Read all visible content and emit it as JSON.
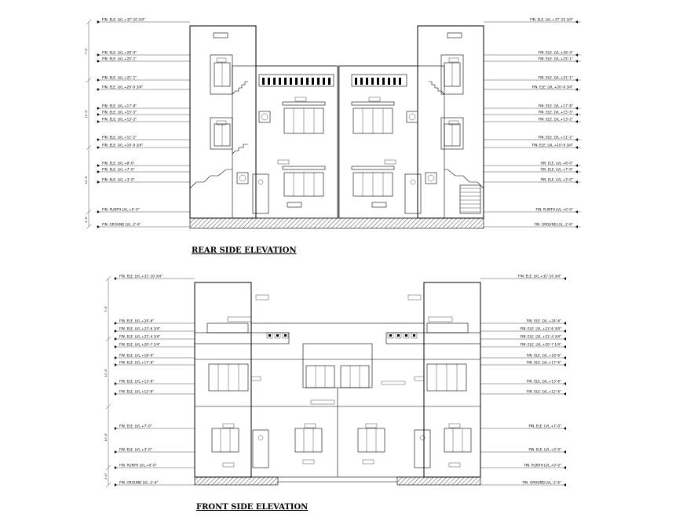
{
  "titles": {
    "rear": "REAR SIDE ELEVATION",
    "front": "FRONT SIDE ELEVATION"
  },
  "rear": {
    "left_levels": [
      "FIN. ELE. LVL.+37'-10 3/4\"",
      "FIN. ELE. LVL.+28'-4\"",
      "FIN. ELE. LVL.+25'-1\"",
      "FIN. ELE. LVL.+21'-1\"",
      "FIN. ELE. LVL.+20'-9 3/4\"",
      "FIN. ELE. LVL.+17'-8\"",
      "FIN. ELE. LVL.+15'-5\"",
      "FIN. ELE. LVL.+13'-2\"",
      "FIN. ELE. LVL.+11'-2\"",
      "FIN. ELE. LVL.+10'-9 3/4\"",
      "FIN. ELE. LVL.+8'-0\"",
      "FIN. ELE. LVL.+7'-0\"",
      "FIN. ELE. LVL.+3'-0\"",
      "FIN. PLINTH LVL.+0'-0\"",
      "FIN. GROUND LVL.-2'-6\""
    ],
    "right_levels": [
      "FIN. ELE. LVL.+37'-10 3/4\"",
      "FIN. ELE. LVL.+28'-4\"",
      "FIN. ELE. LVL.+25'-1\"",
      "FIN. ELE. LVL.+21'-1\"",
      "FIN. ELE. LVL.+20'-9 3/4\"",
      "FIN. ELE. LVL.+17'-8\"",
      "FIN. ELE. LVL.+15'-5\"",
      "FIN. ELE. LVL.+13'-2\"",
      "FIN. ELE. LVL.+11'-2\"",
      "FIN. ELE. LVL.+10'-9 3/4\"",
      "FIN. ELE. LVL.+8'-0\"",
      "FIN. ELE. LVL.+7'-0\"",
      "FIN. ELE. LVL.+3'-0\"",
      "FIN. PLINTH LVL.+0'-0\"",
      "FIN. GROUND LVL.-2'-6\""
    ],
    "dims": [
      "7'-6\"",
      "10'-6\"",
      "10'-6\"",
      "2'-6\""
    ]
  },
  "front": {
    "left_levels": [
      "FIN. ELE. LVL.+31'-10 3/4\"",
      "FIN. ELE. LVL.+24'-6\"",
      "FIN. ELE. LVL.+23'-6 3/4\"",
      "FIN. ELE. LVL.+21'-4 3/4\"",
      "FIN. ELE. LVL.+20'-7 1/4\"",
      "FIN. ELE. LVL.+18'-6\"",
      "FIN. ELE. LVL.+17'-6\"",
      "FIN. ELE. LVL.+13'-6\"",
      "FIN. ELE. LVL.+12'-6\"",
      "FIN. ELE. LVL.+7'-0\"",
      "FIN. ELE. LVL.+3'-0\"",
      "FIN. PLINTH LVL.+0'-0\"",
      "FIN. GROUND LVL.-2'-6\""
    ],
    "right_levels": [
      "FIN. ELE. LVL.+31'-10 3/4\"",
      "FIN. ELE. LVL.+24'-6\"",
      "FIN. ELE. LVL.+23'-6 3/4\"",
      "FIN. ELE. LVL.+21'-4 3/4\"",
      "FIN. ELE. LVL.+20'-7 1/4\"",
      "FIN. ELE. LVL.+18'-6\"",
      "FIN. ELE. LVL.+17'-6\"",
      "FIN. ELE. LVL.+13'-6\"",
      "FIN. ELE. LVL.+12'-6\"",
      "FIN. ELE. LVL.+7'-0\"",
      "FIN. ELE. LVL.+3'-0\"",
      "FIN. PLINTH LVL.+0'-0\"",
      "FIN. GROUND LVL.-2'-6\""
    ],
    "dims": [
      "7'-6\"",
      "10'-6\"",
      "10'-6\"",
      "2'-6\""
    ]
  }
}
